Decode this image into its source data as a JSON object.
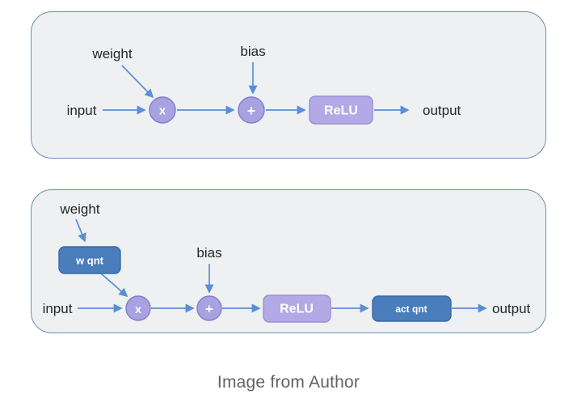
{
  "caption": "Image from Author",
  "panel_top": {
    "weight_label": "weight",
    "bias_label": "bias",
    "input_label": "input",
    "multiply_label": "x",
    "add_label": "+",
    "relu_label": "ReLU",
    "output_label": "output"
  },
  "panel_bottom": {
    "weight_label": "weight",
    "wqnt_label": "w qnt",
    "bias_label": "bias",
    "input_label": "input",
    "multiply_label": "x",
    "add_label": "+",
    "relu_label": "ReLU",
    "actqnt_label": "act qnt",
    "output_label": "output"
  },
  "colors": {
    "panel_border": "#6a8cb8",
    "panel_background": "#eef0f1",
    "arrow": "#5a8fd6",
    "op_circle_fill": "#a9a2e0",
    "op_circle_stroke": "#837bce",
    "relu_fill": "#b3a9e6",
    "relu_stroke": "#9a90d6",
    "qnt_fill": "#4a7dbb",
    "qnt_stroke": "#3a6aa6",
    "label_text": "#262626",
    "caption_text": "#5f6368"
  }
}
